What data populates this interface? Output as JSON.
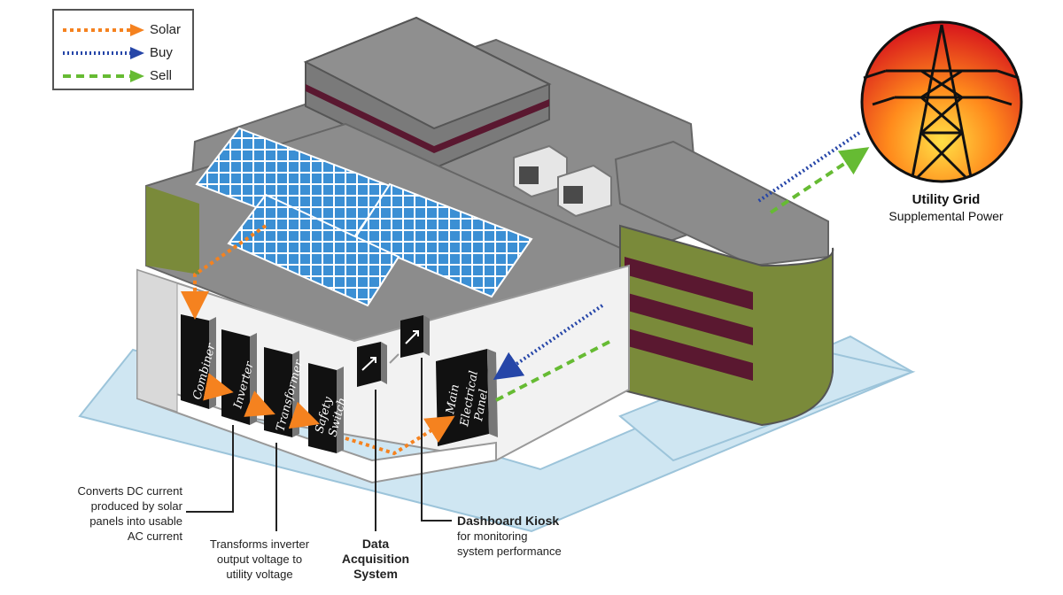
{
  "legend": {
    "solar": "Solar",
    "buy": "Buy",
    "sell": "Sell"
  },
  "devices": {
    "combiner": "Combiner",
    "inverter": "Inverter",
    "transformer": "Transformer",
    "safety_switch": [
      "Safety",
      "Switch"
    ],
    "main_panel": [
      "Main",
      "Electrical",
      "Panel"
    ]
  },
  "grid": {
    "title": "Utility Grid",
    "subtitle": "Supplemental Power"
  },
  "captions": {
    "inverter": [
      "Converts DC current",
      "produced by solar",
      "panels into usable",
      "AC current"
    ],
    "transformer": [
      "Transforms inverter",
      "output voltage to",
      "utility voltage"
    ],
    "daq": [
      "Data",
      "Acquisition",
      "System"
    ],
    "kiosk_title": "Dashboard Kiosk",
    "kiosk_desc": [
      "for monitoring",
      "system performance"
    ]
  },
  "colors": {
    "solar": "#f5821f",
    "buy": "#2646a8",
    "sell": "#66bb33",
    "roof": "#8c8c8c",
    "wall": "#f2f2f2",
    "accent_wall": "#7a8a3a",
    "stripe": "#5a1830",
    "panel": "#3b8fd4",
    "water": "#cfe6f2"
  },
  "icons": [
    "right-arrow-icon",
    "transmission-tower-icon"
  ]
}
